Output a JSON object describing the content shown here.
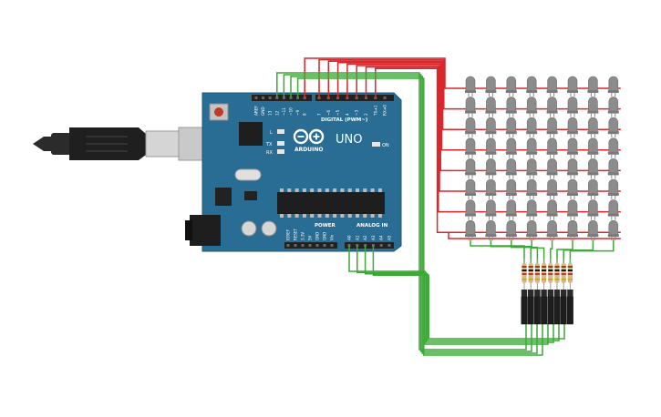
{
  "board": {
    "brand": "ARDUINO",
    "model": "UNO",
    "digital_header": "DIGITAL (PWM~)",
    "power_header": "POWER",
    "analog_header": "ANALOG IN",
    "on_label": "ON",
    "led_l": "L",
    "led_tx": "TX",
    "led_rx": "RX",
    "digital_pins": [
      "AREF",
      "GND",
      "13",
      "12",
      "~11",
      "~10",
      "~9",
      "8",
      "7",
      "~6",
      "~5",
      "4",
      "~3",
      "2",
      "TX➜1",
      "RX➜0"
    ],
    "power_pins": [
      "IOREF",
      "RESET",
      "3.3V",
      "5V",
      "GND",
      "GND",
      "Vin"
    ],
    "analog_pins": [
      "A0",
      "A1",
      "A2",
      "A3",
      "A4",
      "A5"
    ]
  },
  "matrix": {
    "rows": 8,
    "cols": 8
  },
  "resistors": {
    "count": 8
  },
  "colors": {
    "board": "#2a6d94",
    "wire_red": "#d8262a",
    "wire_green": "#3aaa35",
    "led": "#8c8c8c",
    "cable": "#2b2b2b",
    "usb_metal": "#c9c9c9"
  }
}
